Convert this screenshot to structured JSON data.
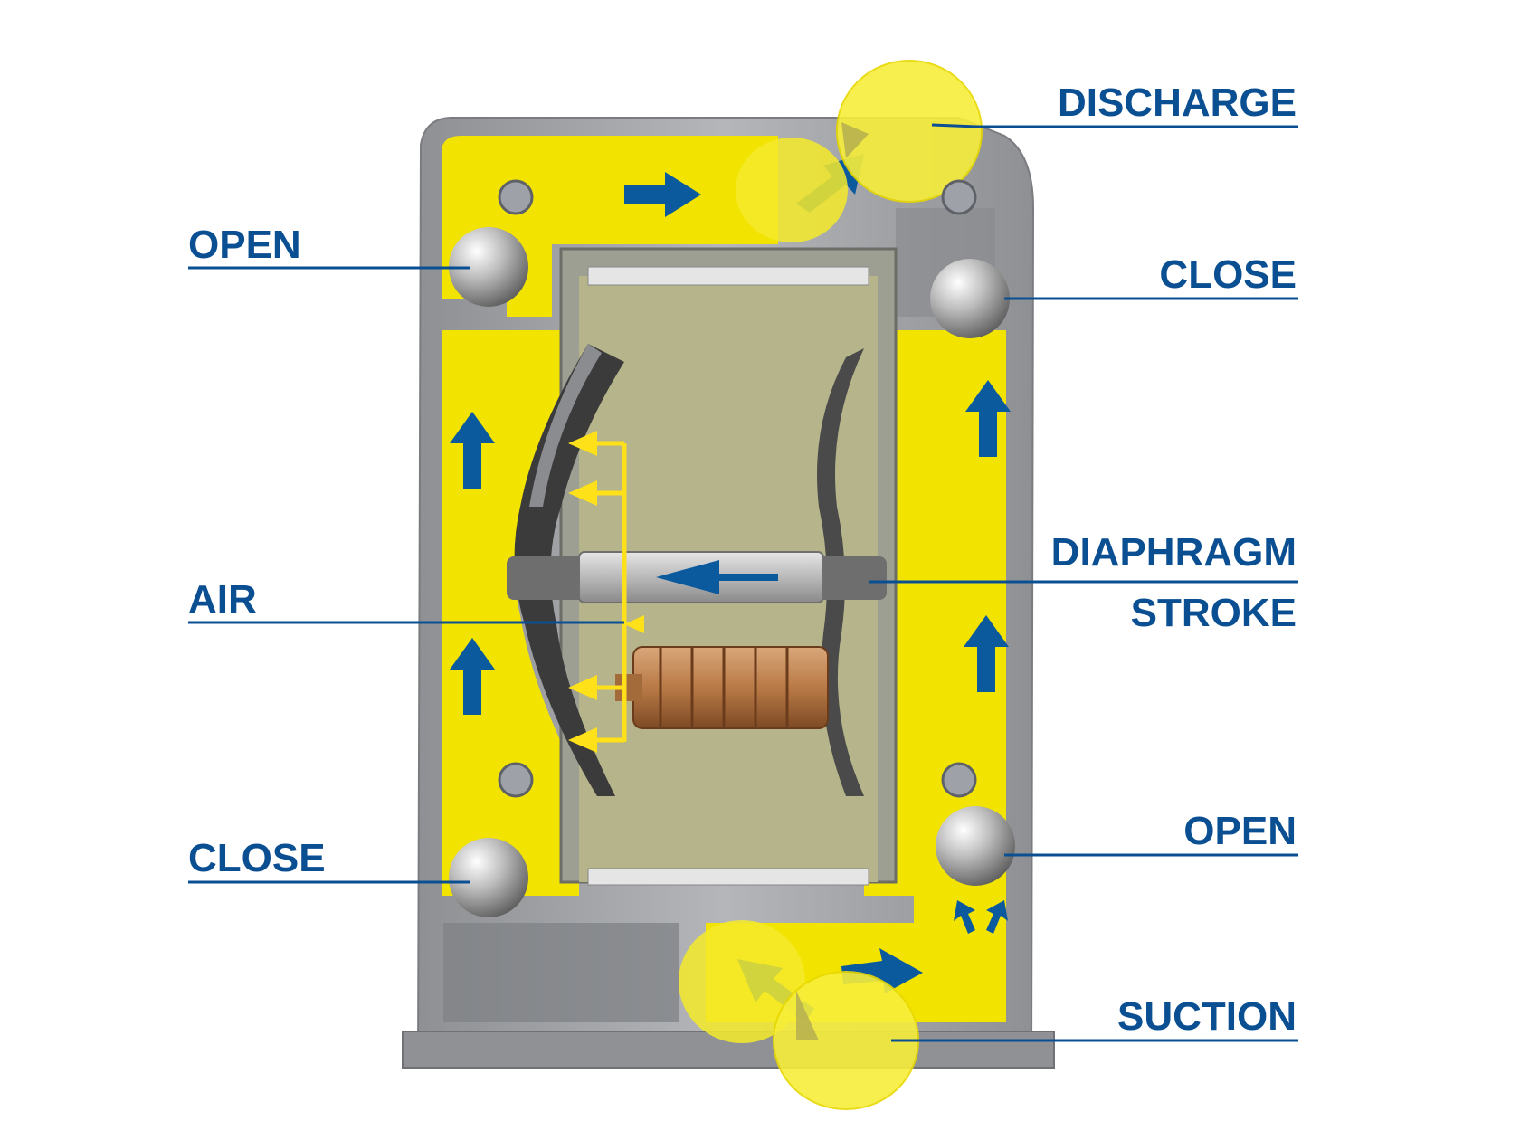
{
  "labels": {
    "discharge": "DISCHARGE",
    "open_top": "OPEN",
    "close_top": "CLOSE",
    "diaphragm_stroke_line1": "DIAPHRAGM",
    "diaphragm_stroke_line2": "STROKE",
    "air": "AIR",
    "close_bottom": "CLOSE",
    "open_bottom": "OPEN",
    "suction": "SUCTION"
  },
  "colors": {
    "fluid": "#f2e400",
    "label": "#0b4f93",
    "arrow": "#0b5a9e",
    "housing": "#a9abae",
    "chamber": "#b6b48a",
    "air_arrow": "#ffe11a"
  }
}
